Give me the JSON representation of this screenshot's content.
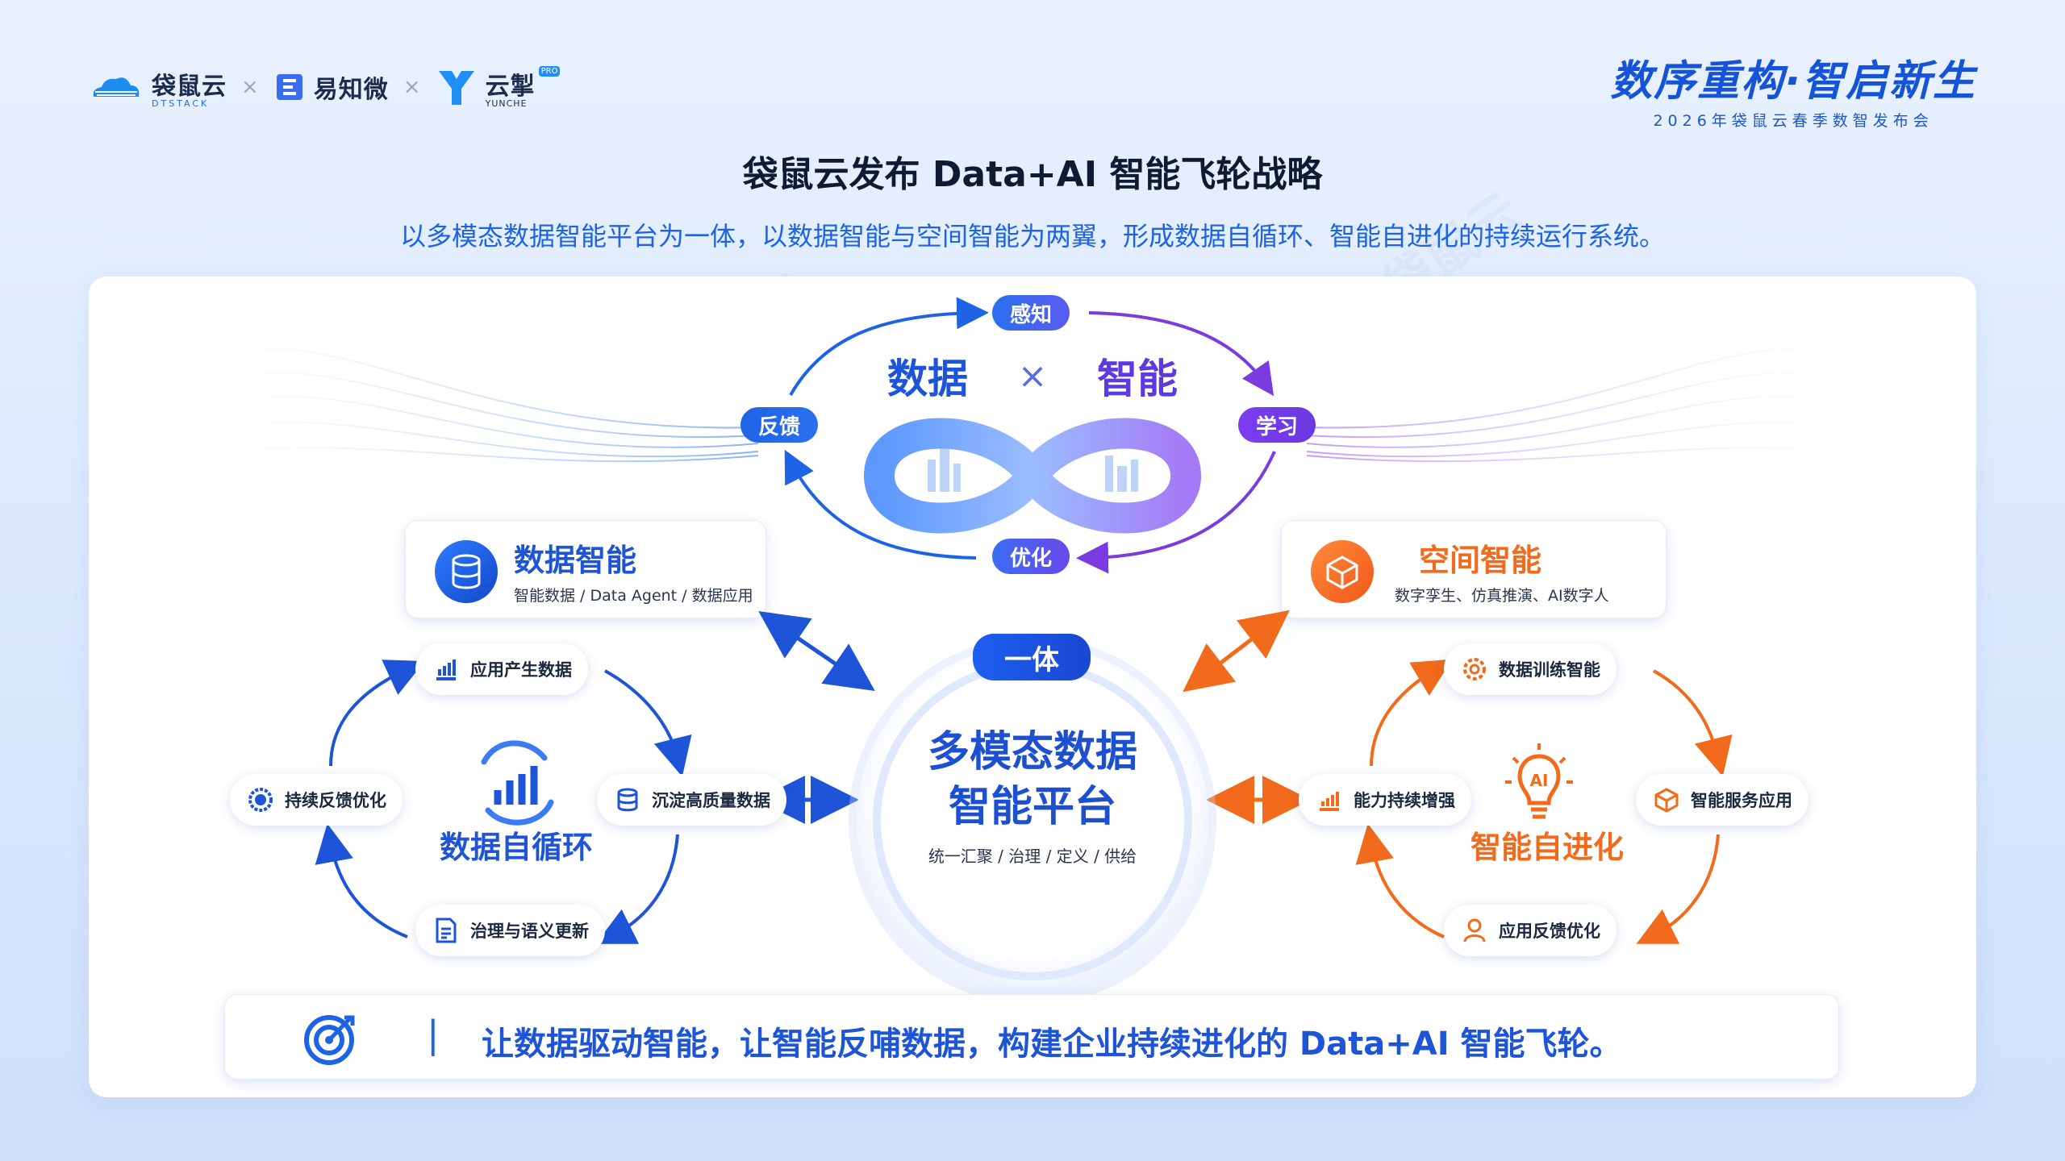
{
  "header": {
    "logos": [
      {
        "name": "袋鼠云",
        "sub": "DTSTACK"
      },
      {
        "name": "易知微",
        "sub": ""
      },
      {
        "name": "云掣",
        "sub": "YUNCHE",
        "badge": "PRO"
      }
    ],
    "separator": "×",
    "brand_title": "数序重构·智启新生",
    "brand_subtitle": "2026年袋鼠云春季数智发布会"
  },
  "page": {
    "title": "袋鼠云发布 Data+AI 智能飞轮战略",
    "subtitle": "以多模态数据智能平台为一体，以数据智能与空间智能为两翼，形成数据自循环、智能自进化的持续运行系统。"
  },
  "flywheel": {
    "left_word": "数据",
    "times": "×",
    "right_word": "智能",
    "cycle": [
      "感知",
      "学习",
      "优化",
      "反馈"
    ]
  },
  "wings": {
    "data_intelligence": {
      "title": "数据智能",
      "desc": "智能数据 / Data Agent / 数据应用"
    },
    "spatial_intelligence": {
      "title": "空间智能",
      "desc": "数字孪生、仿真推演、AI数字人"
    }
  },
  "center": {
    "badge": "一体",
    "title_line1": "多模态数据",
    "title_line2": "智能平台",
    "desc": "统一汇聚 / 治理 / 定义 / 供给"
  },
  "left_loop": {
    "title": "数据自循环",
    "nodes": [
      "应用产生数据",
      "沉淀高质量数据",
      "治理与语义更新",
      "持续反馈优化"
    ]
  },
  "right_loop": {
    "title": "智能自进化",
    "ai_label": "AI",
    "nodes": [
      "数据训练智能",
      "智能服务应用",
      "应用反馈优化",
      "能力持续增强"
    ]
  },
  "footer": {
    "divider": "|",
    "slogan": "让数据驱动智能，让智能反哺数据，构建企业持续进化的 Data+AI 智能飞轮。"
  },
  "colors": {
    "blue": "#1d63e6",
    "purple": "#7a3be0",
    "orange": "#f26a1b",
    "dark": "#111a33"
  },
  "watermark": "袋鼠云"
}
